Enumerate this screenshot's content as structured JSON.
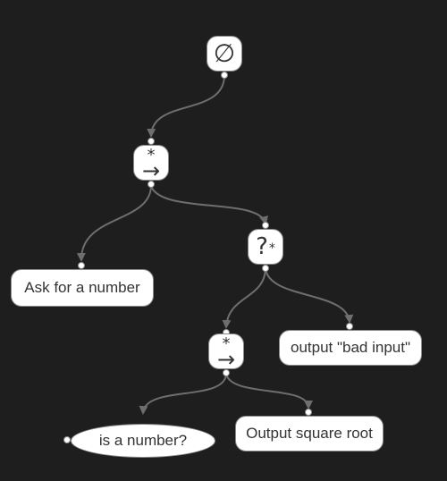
{
  "diagram": {
    "edge_color": "#6e6e6e",
    "nodes": {
      "root": {
        "icon": "empty-set-icon",
        "glyph": "∅"
      },
      "sequence_1": {
        "icon": "sequence-icon",
        "star": "*",
        "arrow": "→"
      },
      "ask_number": {
        "label": "Ask for a number"
      },
      "selector": {
        "icon": "selector-icon",
        "q": "?",
        "star": "*"
      },
      "sequence_2": {
        "icon": "sequence-icon",
        "star": "*",
        "arrow": "→"
      },
      "bad_input": {
        "label": "output \"bad input\""
      },
      "is_number": {
        "label": "is a number?"
      },
      "square_root": {
        "label": "Output square root"
      }
    }
  }
}
